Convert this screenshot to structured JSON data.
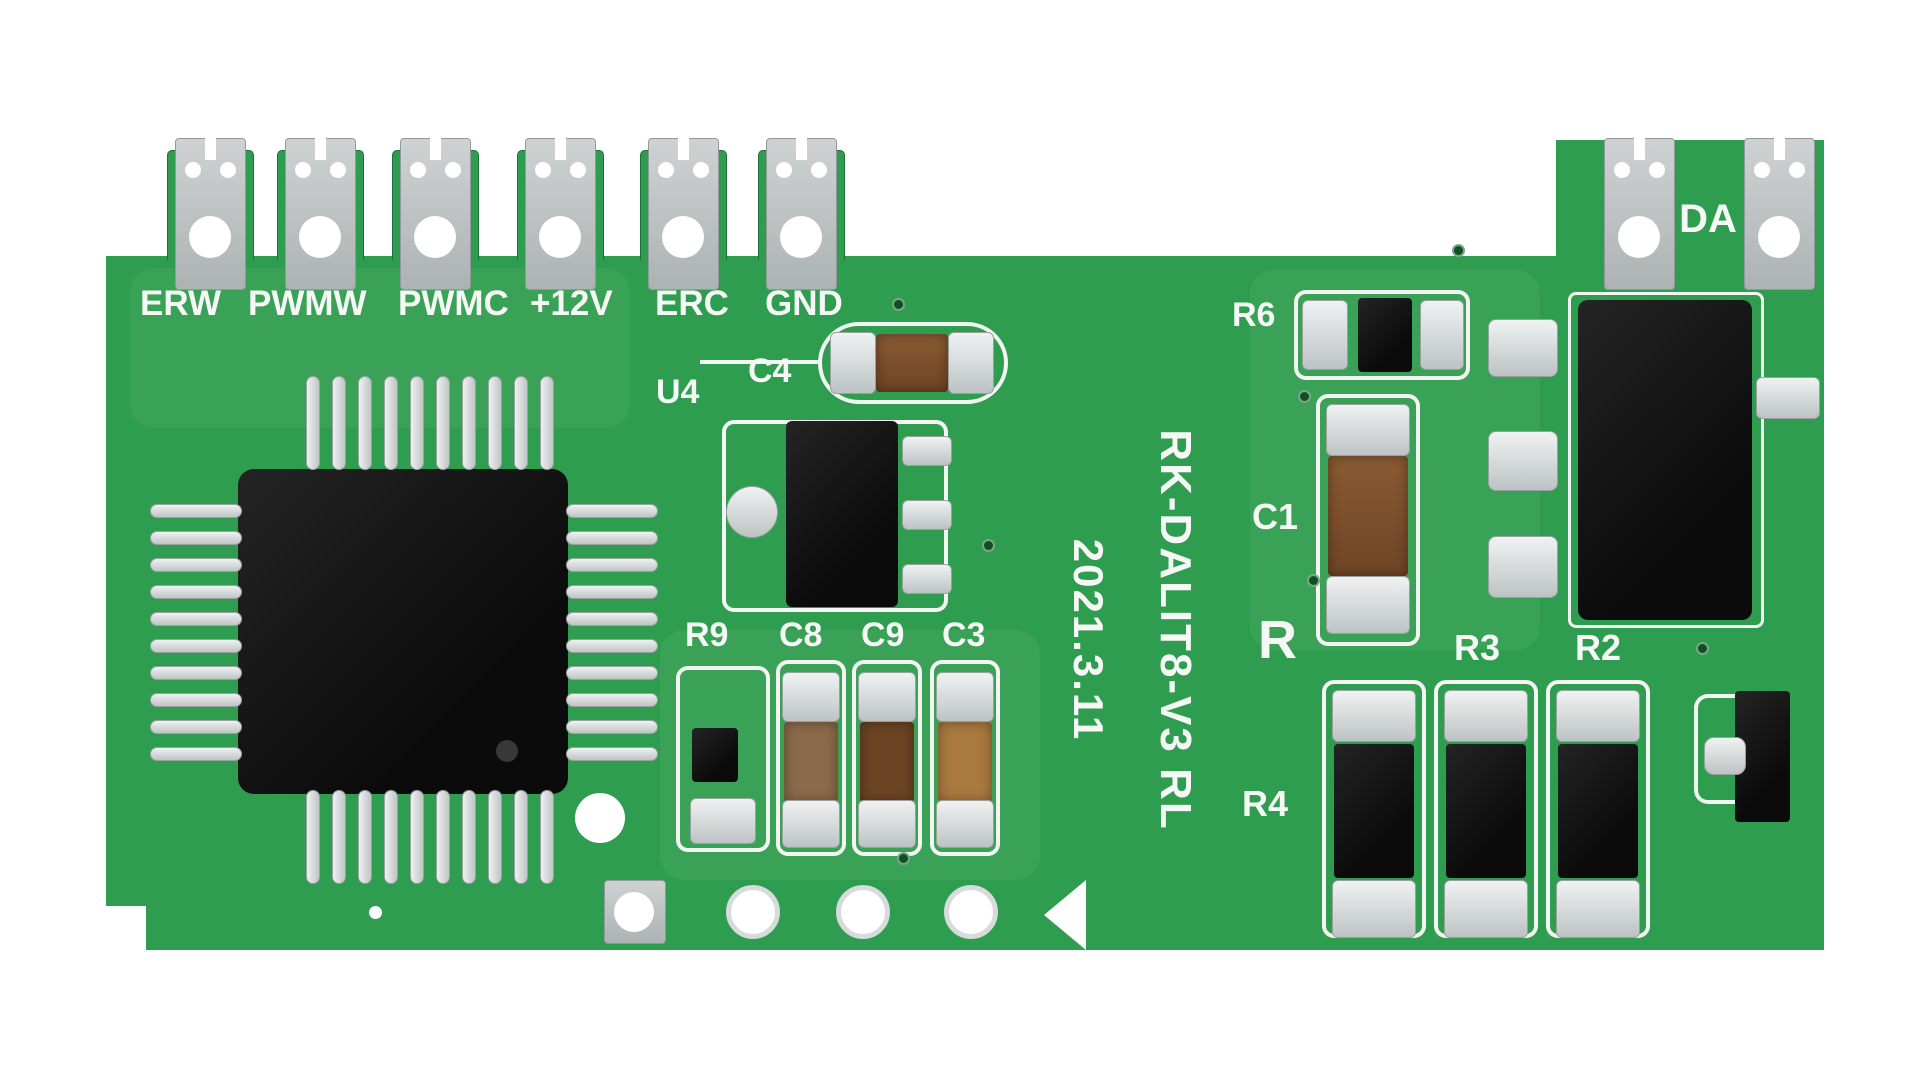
{
  "connectors": {
    "labels": [
      "ERW",
      "PWMW",
      "PWMC",
      "+12V",
      "ERC",
      "GND"
    ]
  },
  "right_connector": {
    "label": "DA"
  },
  "silkscreen": {
    "u4": "U4",
    "c4": "C4",
    "r9": "R9",
    "c8": "C8",
    "c9": "C9",
    "c3": "C3",
    "r6": "R6",
    "c1": "C1",
    "r": "R",
    "r3": "R3",
    "r2": "R2",
    "r4": "R4",
    "model": "RK-DALIT8-V3 RL",
    "date": "2021.3.11"
  },
  "colors": {
    "board_green": "#2f9d4f",
    "silkscreen_white": "#f2f5f2",
    "pad_silver": "#c9cdce",
    "chip_black": "#111111",
    "capacitor_brown": "#7d4e2a",
    "capacitor_dark": "#6b4423",
    "capacitor_tan": "#a9793f",
    "capacitor_c8": "#8a6a4a"
  }
}
